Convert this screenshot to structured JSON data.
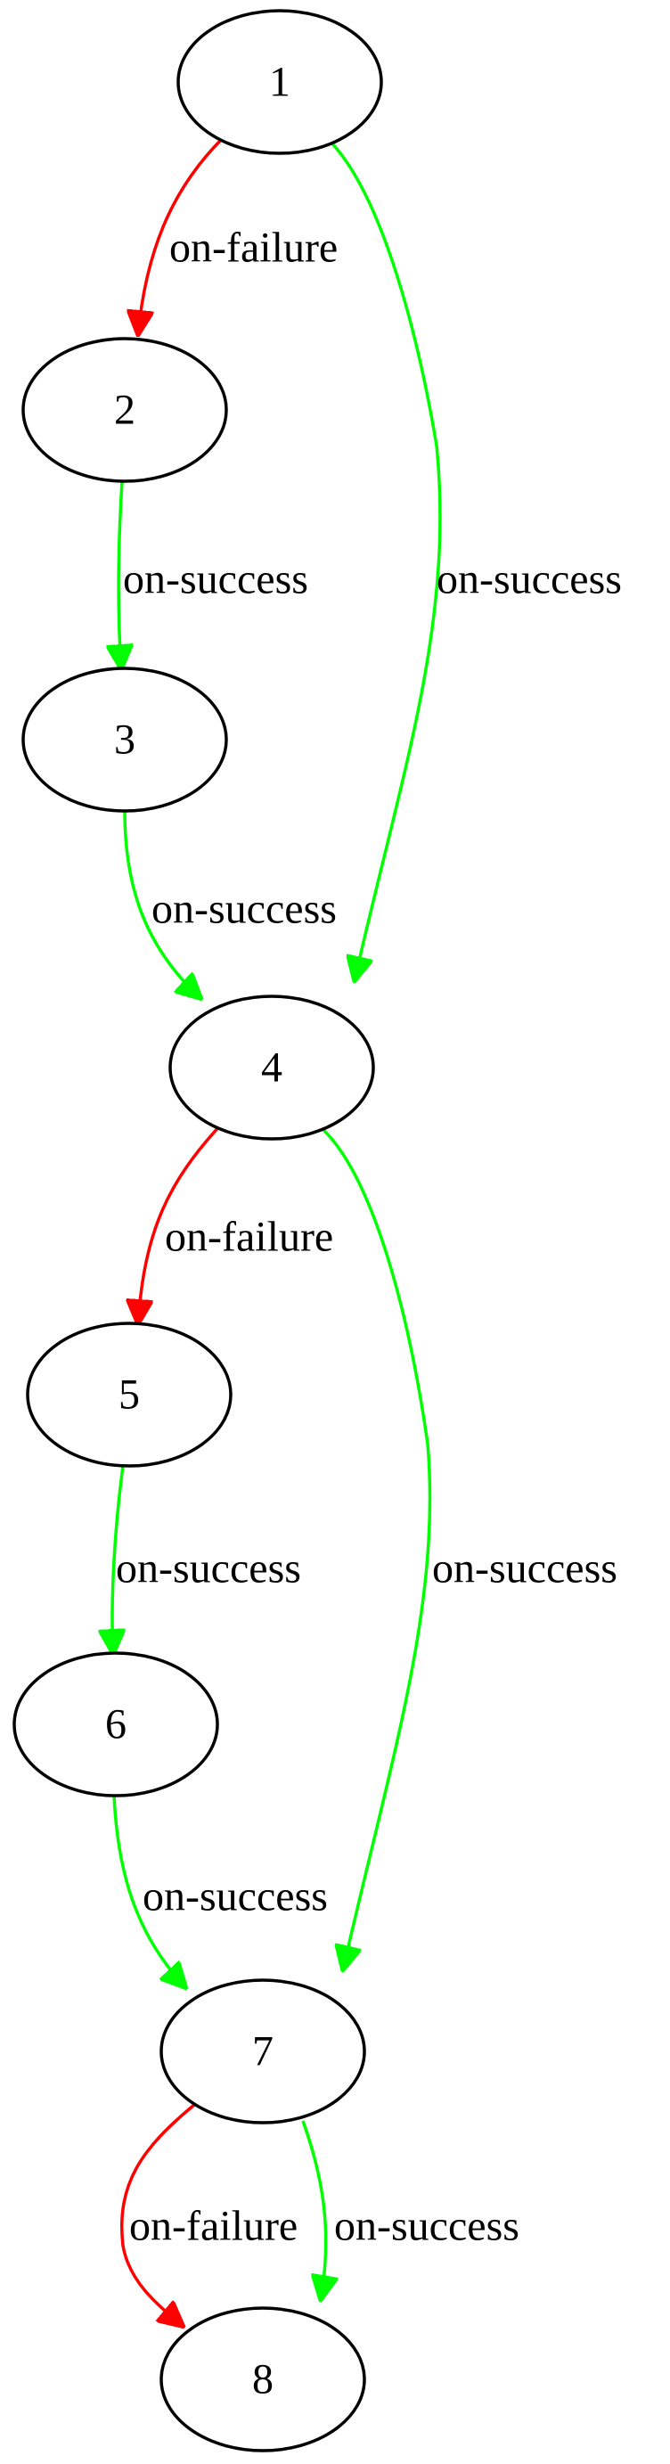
{
  "graph": {
    "type": "directed-graph",
    "colors": {
      "on-failure": "#ff0000",
      "on-success": "#00ff00",
      "node_stroke": "#000000",
      "node_fill": "#ffffff",
      "background": "#ffffff"
    },
    "nodes": [
      {
        "id": "1",
        "label": "1"
      },
      {
        "id": "2",
        "label": "2"
      },
      {
        "id": "3",
        "label": "3"
      },
      {
        "id": "4",
        "label": "4"
      },
      {
        "id": "5",
        "label": "5"
      },
      {
        "id": "6",
        "label": "6"
      },
      {
        "id": "7",
        "label": "7"
      },
      {
        "id": "8",
        "label": "8"
      }
    ],
    "edges": [
      {
        "from": "1",
        "to": "2",
        "label": "on-failure",
        "kind": "on-failure"
      },
      {
        "from": "1",
        "to": "4",
        "label": "on-success",
        "kind": "on-success"
      },
      {
        "from": "2",
        "to": "3",
        "label": "on-success",
        "kind": "on-success"
      },
      {
        "from": "3",
        "to": "4",
        "label": "on-success",
        "kind": "on-success"
      },
      {
        "from": "4",
        "to": "5",
        "label": "on-failure",
        "kind": "on-failure"
      },
      {
        "from": "4",
        "to": "7",
        "label": "on-success",
        "kind": "on-success"
      },
      {
        "from": "5",
        "to": "6",
        "label": "on-success",
        "kind": "on-success"
      },
      {
        "from": "6",
        "to": "7",
        "label": "on-success",
        "kind": "on-success"
      },
      {
        "from": "7",
        "to": "8",
        "label": "on-failure",
        "kind": "on-failure"
      },
      {
        "from": "7",
        "to": "8",
        "label": "on-success",
        "kind": "on-success"
      }
    ]
  }
}
